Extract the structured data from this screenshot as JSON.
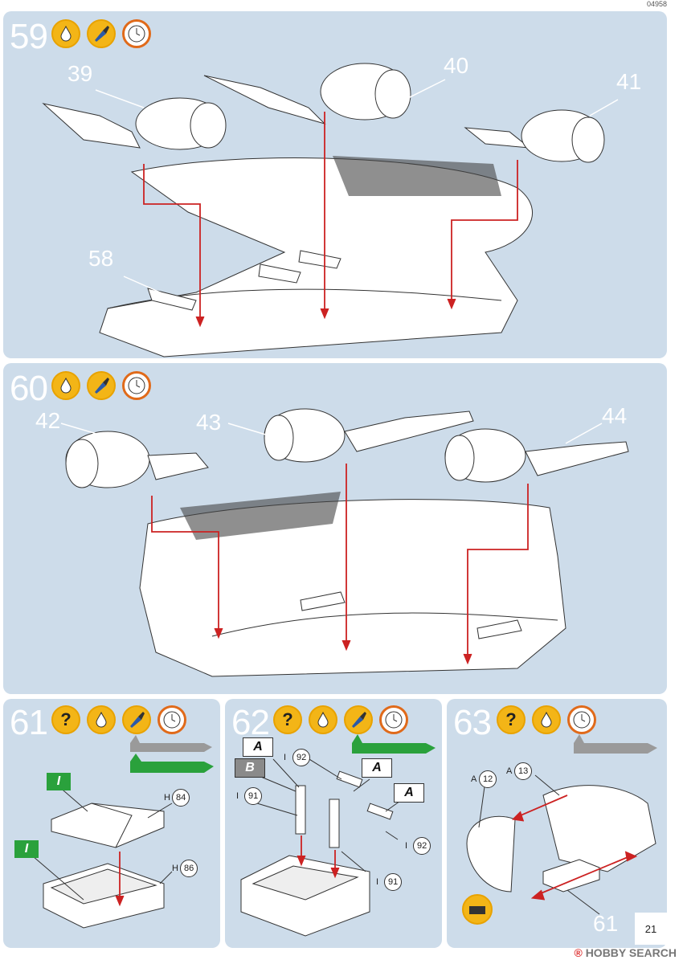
{
  "kit_code": "04958",
  "page_number": "21",
  "watermark": {
    "brand": "HOBBY SEARCH",
    "mark": "®"
  },
  "steps": [
    {
      "number": "59",
      "icons": [
        "paint-drop-icon",
        "brush-icon",
        "clock-icon"
      ],
      "part_labels": [
        "39",
        "40",
        "41",
        "58"
      ]
    },
    {
      "number": "60",
      "icons": [
        "paint-drop-icon",
        "brush-icon",
        "clock-icon"
      ],
      "part_labels": [
        "42",
        "43",
        "44"
      ]
    },
    {
      "number": "61",
      "icons": [
        "question-icon",
        "paint-drop-icon",
        "brush-icon",
        "clock-icon"
      ],
      "flags": [
        "I",
        "I"
      ],
      "parts": [
        {
          "prefix": "H",
          "num": "84"
        },
        {
          "prefix": "H",
          "num": "86"
        }
      ]
    },
    {
      "number": "62",
      "icons": [
        "question-icon",
        "paint-drop-icon",
        "brush-icon",
        "clock-icon"
      ],
      "flags": [
        "A",
        "B",
        "A",
        "A"
      ],
      "parts": [
        {
          "prefix": "I",
          "num": "92"
        },
        {
          "prefix": "I",
          "num": "91"
        },
        {
          "prefix": "I",
          "num": "92"
        },
        {
          "prefix": "I",
          "num": "91"
        }
      ]
    },
    {
      "number": "63",
      "icons": [
        "question-icon",
        "paint-drop-icon",
        "clock-icon"
      ],
      "parts": [
        {
          "prefix": "A",
          "num": "12"
        },
        {
          "prefix": "A",
          "num": "13"
        }
      ],
      "part_label": "61"
    }
  ],
  "colors": {
    "panel_bg": "#cddcea",
    "accent_red": "#cc2222",
    "icon_yellow": "#f3b517",
    "green": "#2aa13c",
    "grey": "#9a9a9a"
  }
}
